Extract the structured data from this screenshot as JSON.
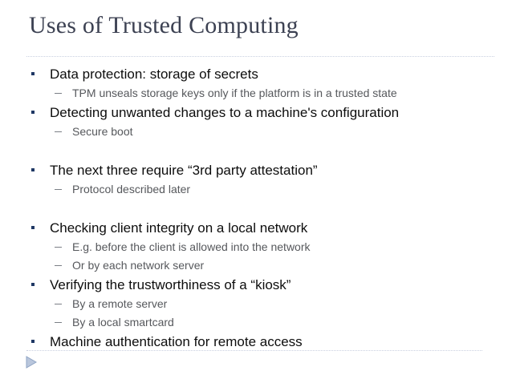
{
  "slide": {
    "title": "Uses of Trusted Computing",
    "colors": {
      "title_text": "#3c4152",
      "body_text": "#0d0d0d",
      "sub_text": "#56585c",
      "bullet_square": "#1f3864",
      "dash": "#7b7f86",
      "rule": "#c9d0e0",
      "ornament": "#9fb2cf",
      "background": "#ffffff"
    },
    "bullets": [
      {
        "level": 1,
        "text": "Data protection: storage of secrets"
      },
      {
        "level": 2,
        "text": "TPM unseals storage keys only if the platform is in a trusted state"
      },
      {
        "level": 1,
        "text": "Detecting unwanted changes to a machine's configuration"
      },
      {
        "level": 2,
        "text": "Secure boot"
      },
      {
        "level": 0,
        "text": ""
      },
      {
        "level": 1,
        "text": "The next three require “3rd party attestation”"
      },
      {
        "level": 2,
        "text": "Protocol described later"
      },
      {
        "level": 0,
        "text": ""
      },
      {
        "level": 1,
        "text": "Checking client integrity on a local network"
      },
      {
        "level": 2,
        "text": "E.g. before the client is allowed into the network"
      },
      {
        "level": 2,
        "text": "Or by each network server"
      },
      {
        "level": 1,
        "text": "Verifying the trustworthiness of a “kiosk”"
      },
      {
        "level": 2,
        "text": "By a remote server"
      },
      {
        "level": 2,
        "text": "By a local smartcard"
      },
      {
        "level": 1,
        "text": "Machine authentication for remote access"
      }
    ],
    "ornament_icon": "play-triangle-icon"
  }
}
